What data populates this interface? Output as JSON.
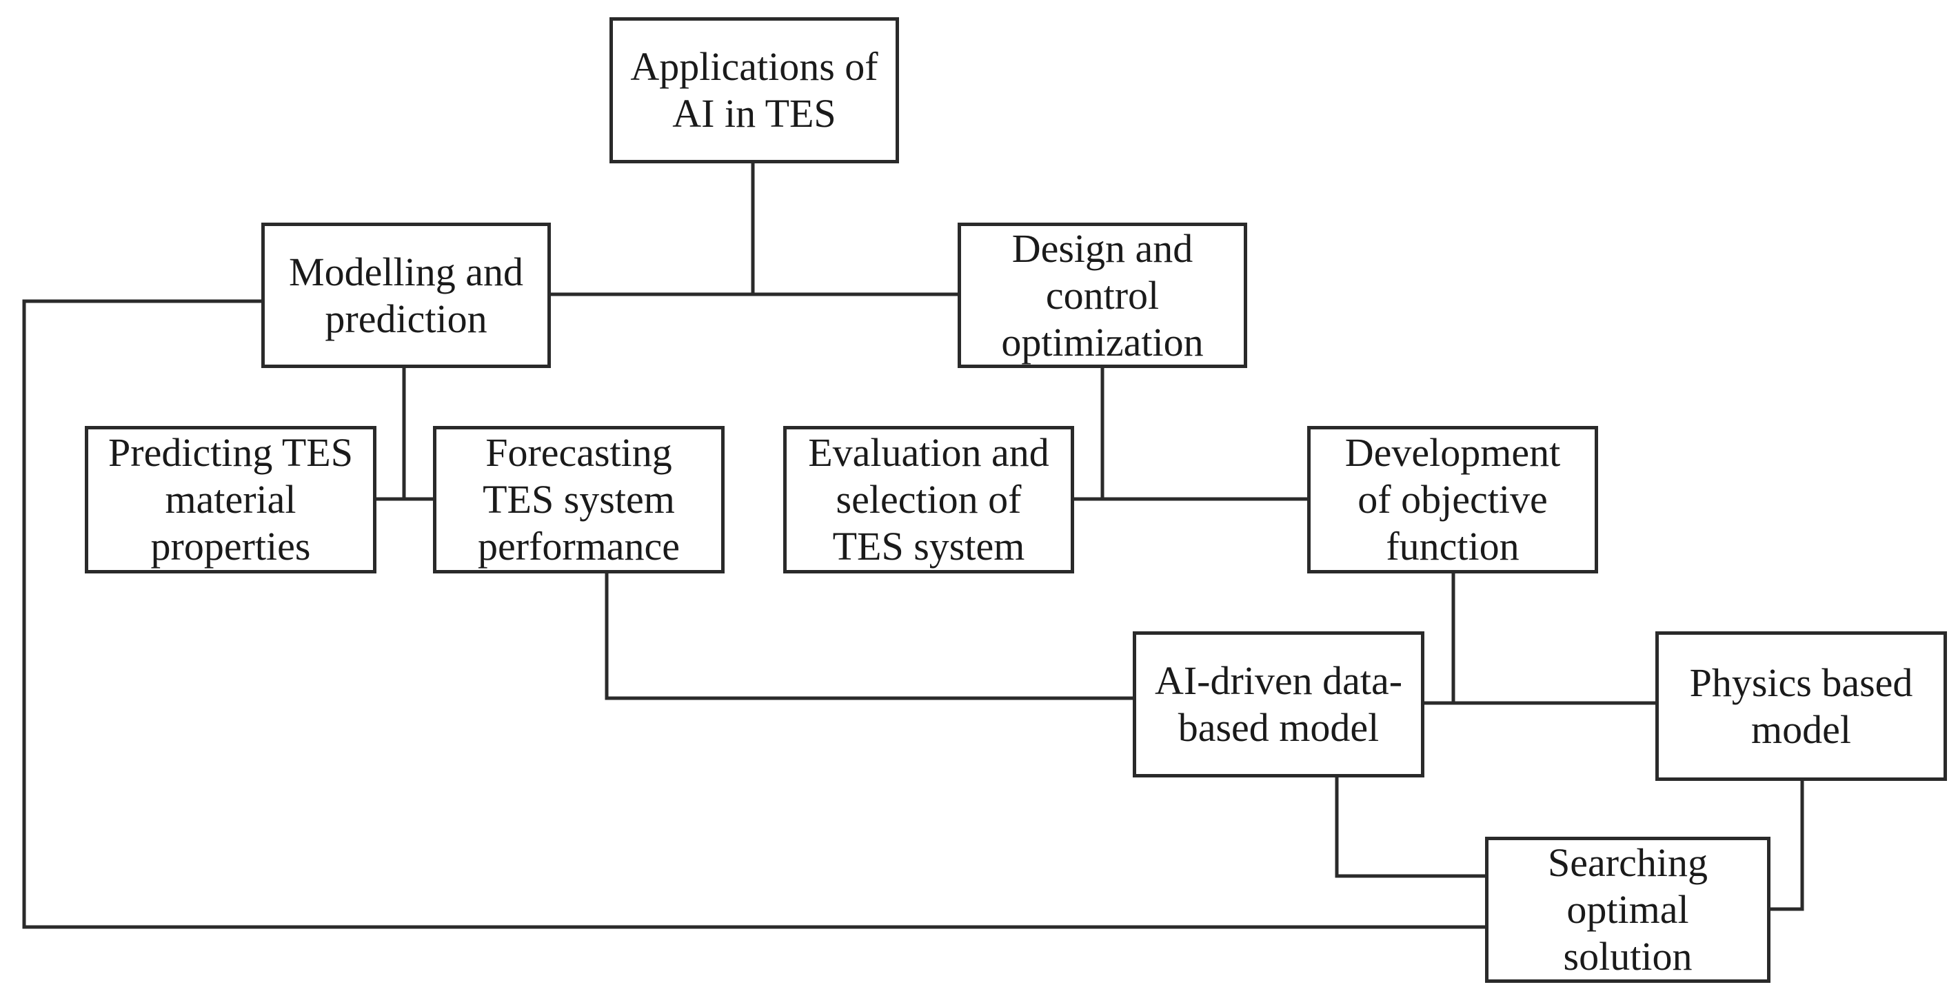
{
  "diagram": {
    "nodes": {
      "root": {
        "lines": [
          "Applications of",
          "AI in TES"
        ]
      },
      "modelling": {
        "lines": [
          "Modelling and",
          "prediction"
        ]
      },
      "design": {
        "lines": [
          "Design and",
          "control",
          "optimization"
        ]
      },
      "predicting": {
        "lines": [
          "Predicting TES",
          "material",
          "properties"
        ]
      },
      "forecasting": {
        "lines": [
          "Forecasting",
          "TES system",
          "performance"
        ]
      },
      "evaluation": {
        "lines": [
          "Evaluation and",
          "selection of",
          "TES system"
        ]
      },
      "development": {
        "lines": [
          "Development",
          "of objective",
          "function"
        ]
      },
      "ai_model": {
        "lines": [
          "AI-driven data-",
          "based model"
        ]
      },
      "physics_model": {
        "lines": [
          "Physics based",
          "model"
        ]
      },
      "searching": {
        "lines": [
          "Searching",
          "optimal",
          "solution"
        ]
      }
    }
  }
}
